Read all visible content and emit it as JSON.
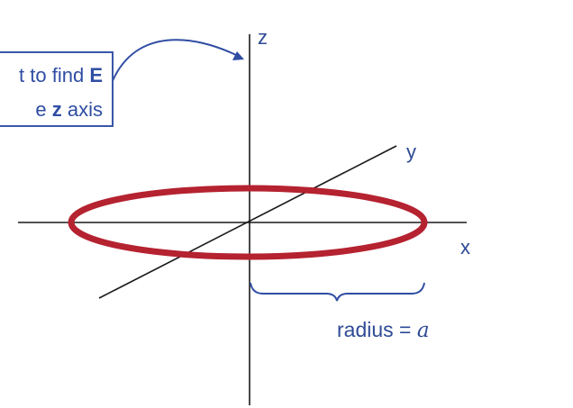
{
  "callout": {
    "line1_prefix": "t to find ",
    "line1_bold": "E",
    "line2_prefix": "e ",
    "line2_bold": "z",
    "line2_suffix": " axis"
  },
  "axes": {
    "x_label": "x",
    "y_label": "y",
    "z_label": "z"
  },
  "radius": {
    "text": "radius = ",
    "symbol": "a"
  },
  "colors": {
    "ring": "#b52230",
    "annotation": "#2f4da3",
    "axis": "#1a1a1a"
  }
}
